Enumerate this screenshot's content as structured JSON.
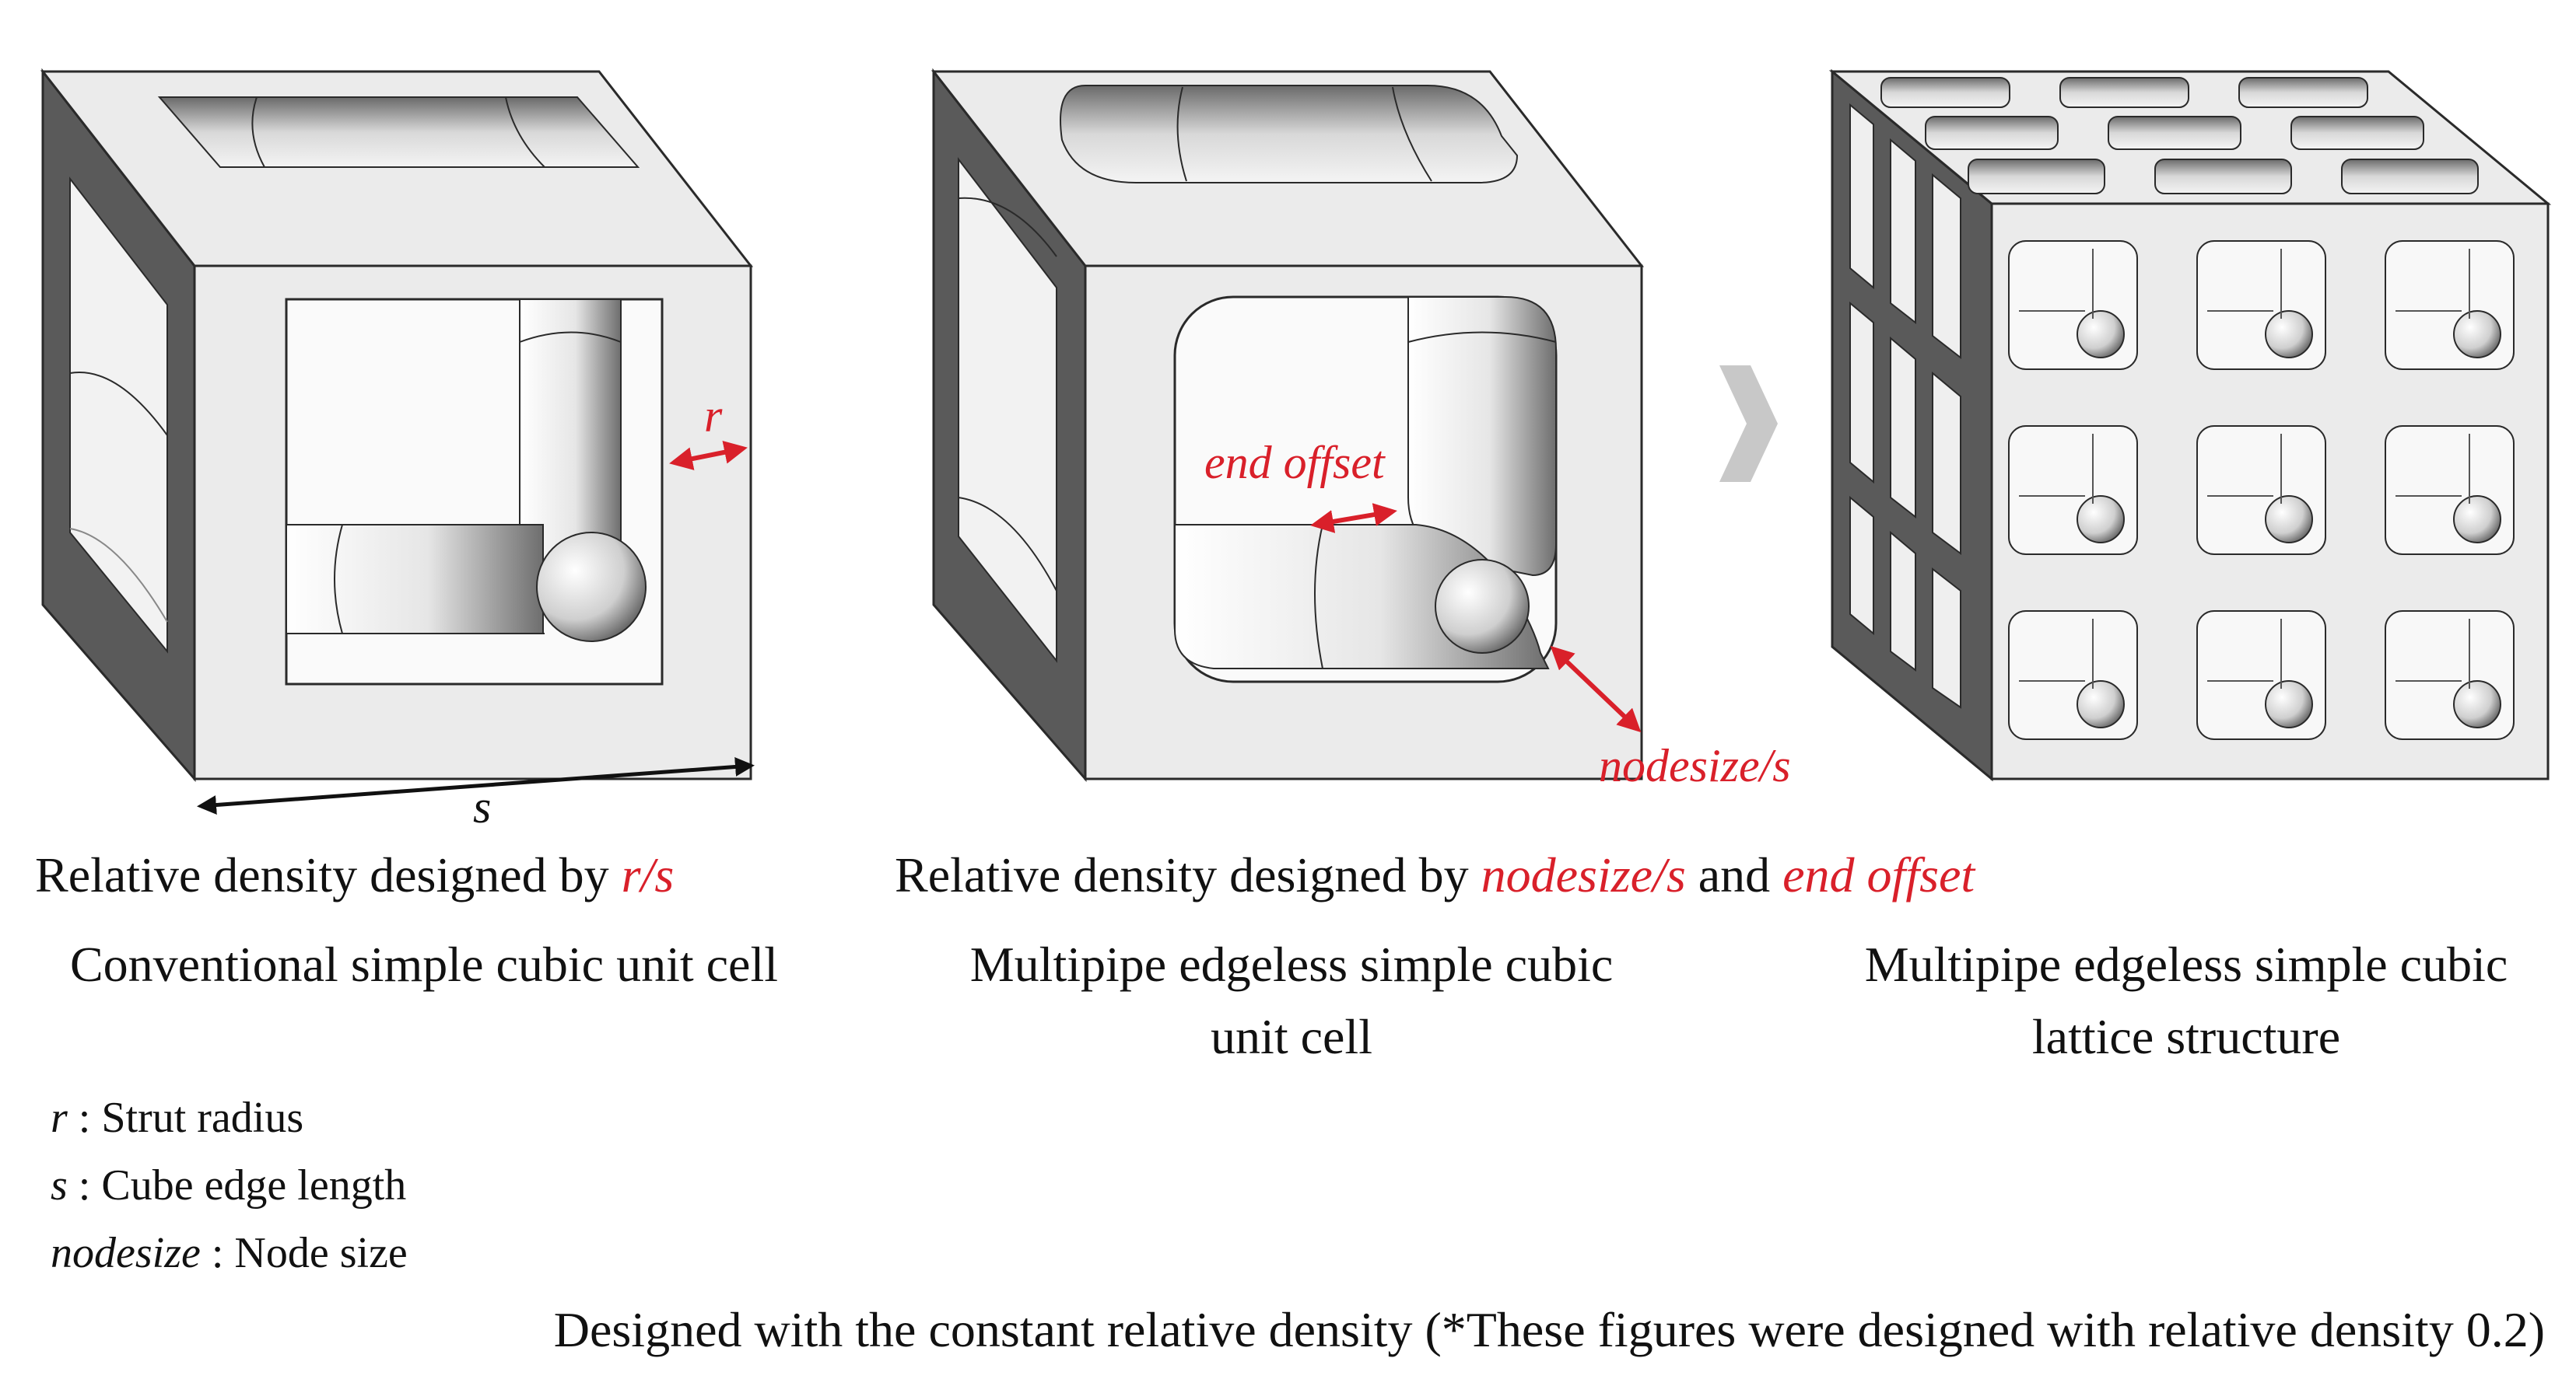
{
  "annotations": {
    "r": "r",
    "s": "s",
    "end_offset": "end offset",
    "nodesize_s": "nodesize/s"
  },
  "captions": {
    "left_density_prefix": "Relative density designed by ",
    "left_density_var": "r/s",
    "mid_density_prefix": "Relative density designed by ",
    "mid_density_var1": "nodesize/s",
    "mid_density_and": " and ",
    "mid_density_var2": "end offset",
    "left_title": "Conventional simple cubic unit cell",
    "mid_title_line1": "Multipipe edgeless simple cubic",
    "mid_title_line2": "unit cell",
    "right_title_line1": "Multipipe edgeless simple cubic",
    "right_title_line2": "lattice structure"
  },
  "legend": [
    {
      "symbol": "r",
      "desc": " : Strut radius"
    },
    {
      "symbol": "s",
      "desc": " : Cube edge length"
    },
    {
      "symbol": "nodesize",
      "desc": " : Node size"
    }
  ],
  "footer": "Designed with the constant relative density (*These figures were designed with relative density 0.2)",
  "colors": {
    "accent_red": "#d9202a",
    "face_light": "#e9e9e9",
    "face_dark": "#5a5a5a",
    "outline": "#2a2a2a"
  },
  "icons": [
    "chevron-right-icon"
  ]
}
